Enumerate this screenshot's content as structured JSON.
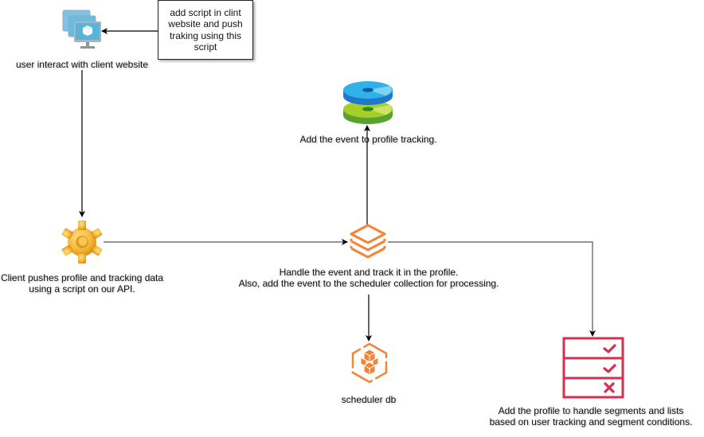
{
  "diagram": {
    "note": {
      "text": "add script in clint website and push traking using this script"
    },
    "nodes": {
      "user_site": {
        "label": "user interact with client website",
        "icon": "virtual-machines-icon"
      },
      "client_api": {
        "label_line1": "Client pushes profile and tracking data",
        "label_line2": "using a script on our API.",
        "icon": "gear-icon"
      },
      "event_handler": {
        "label_line1": "Handle the event and track it in the profile.",
        "label_line2": "Also, add the event to the scheduler collection for processing.",
        "icon": "layers-icon"
      },
      "profile_tracking": {
        "label": "Add the event to profile tracking.",
        "icon": "disk-storage-icon"
      },
      "scheduler_db": {
        "label": "scheduler db",
        "icon": "cube-cluster-icon"
      },
      "segments": {
        "label_line1": "Add the profile to handle segments and lists",
        "label_line2": "based on user tracking and segment conditions.",
        "icon": "checklist-icon"
      }
    },
    "edges": [
      {
        "from": "note",
        "to": "user_site"
      },
      {
        "from": "user_site",
        "to": "client_api"
      },
      {
        "from": "client_api",
        "to": "event_handler"
      },
      {
        "from": "event_handler",
        "to": "profile_tracking"
      },
      {
        "from": "event_handler",
        "to": "scheduler_db"
      },
      {
        "from": "event_handler",
        "to": "segments"
      }
    ],
    "colors": {
      "orange": "#f58534",
      "crimson": "#d6304e",
      "blue": "#1e9bdc",
      "green": "#8dc21f",
      "gear": "#f5b93a",
      "monitor": "#59b4d9"
    }
  }
}
